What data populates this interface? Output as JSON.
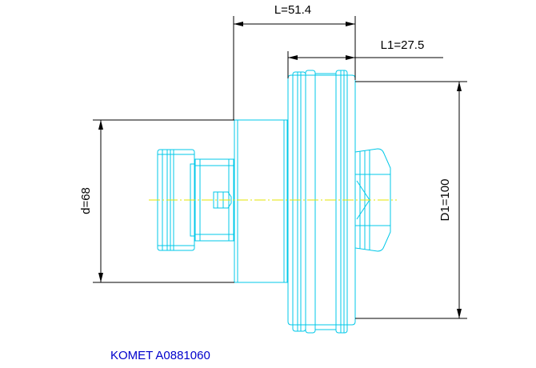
{
  "drawing": {
    "dim_L": "L=51.4",
    "dim_L1": "L1=27.5",
    "dim_d": "d=68",
    "dim_D1": "D1=100",
    "caption": "KOMET A0881060"
  },
  "colors": {
    "part_outline": "#00c8e8",
    "centerline": "#e6e600",
    "dimension": "#000000",
    "caption": "#0000cc"
  }
}
